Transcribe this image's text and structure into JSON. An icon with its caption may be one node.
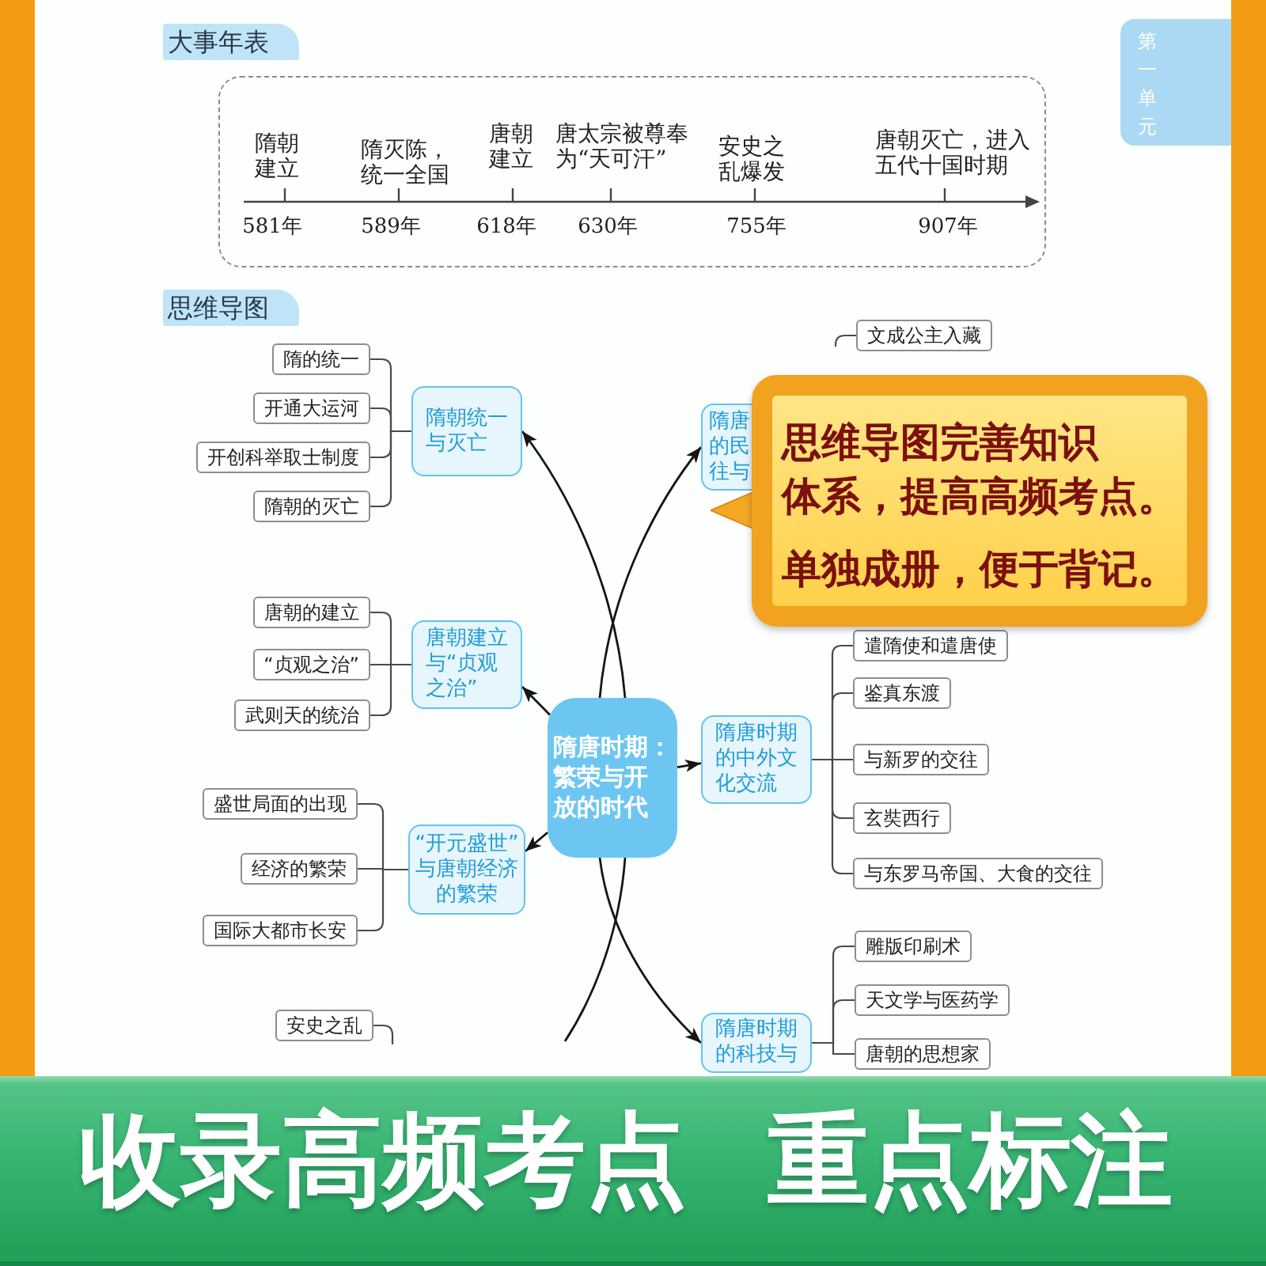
{
  "diagram": {
    "nodes": [
      {
        "text": [
          "大事年表"
        ]
      },
      {
        "text": [
          "第一单元"
        ]
      },
      {
        "text": [
          "思维导图"
        ]
      },
      {
        "text": [
          "隋的统一"
        ]
      },
      {
        "text": [
          "开通大运河"
        ]
      },
      {
        "text": [
          "开创科举取士制度"
        ]
      },
      {
        "text": [
          "隋朝的灭亡"
        ]
      },
      {
        "text": [
          "隋朝统一与灭亡"
        ]
      },
      {
        "text": [
          "唐朝的建立"
        ]
      },
      {
        "text": [
          "“贞观之治”"
        ]
      },
      {
        "text": [
          "武则天的统治"
        ]
      },
      {
        "text": [
          "唐朝建立与“贞观之治”"
        ]
      },
      {
        "text": [
          "盛世局面的出现"
        ]
      },
      {
        "text": [
          "经济的繁荣"
        ]
      },
      {
        "text": [
          "国际大都市长安"
        ]
      },
      {
        "text": [
          "“开元盛世”与唐朝经济的繁荣"
        ]
      },
      {
        "text": [
          "安史之乱"
        ]
      },
      {
        "text": [
          "隋唐时期：繁荣与开放的时代"
        ]
      },
      {
        "text": [
          "隋唐的民往与"
        ]
      },
      {
        "text": [
          "文成公主入藏"
        ]
      },
      {
        "text": [
          "思维导图完善知识体系，提高高频考点。",
          "单独成册，便于背记。"
        ]
      },
      {
        "text": [
          "遣隋使和遣唐使"
        ]
      },
      {
        "text": [
          "鉴真东渡"
        ]
      },
      {
        "text": [
          "与新罗的交往"
        ]
      },
      {
        "text": [
          "玄奘西行"
        ]
      },
      {
        "text": [
          "与东罗马帝国、大食的交往"
        ]
      },
      {
        "text": [
          "隋唐时期的中外文化交流"
        ]
      },
      {
        "text": [
          "雕版印刷术"
        ]
      },
      {
        "text": [
          "天文学与医药学"
        ]
      },
      {
        "text": [
          "唐朝的思想家"
        ]
      },
      {
        "text": [
          "隋唐时期的科技与"
        ]
      },
      {
        "text": [
          "收录高频考点",
          "重点标注"
        ]
      }
    ],
    "edges": [
      {
        "from": 17,
        "to": 7,
        "arrow": "to"
      },
      {
        "from": 17,
        "to": 18,
        "arrow": "to"
      },
      {
        "from": 17,
        "to": 11,
        "arrow": "to"
      },
      {
        "from": 17,
        "to": 26,
        "arrow": "to"
      },
      {
        "from": 17,
        "to": 15,
        "arrow": "to"
      },
      {
        "from": 17,
        "to": null,
        "arrow": "none"
      },
      {
        "from": 17,
        "to": 30,
        "arrow": "to"
      },
      {
        "from": 7,
        "to": 3,
        "arrow": "none"
      },
      {
        "from": 7,
        "to": 4,
        "arrow": "none"
      },
      {
        "from": 7,
        "to": 5,
        "arrow": "none"
      },
      {
        "from": 7,
        "to": 6,
        "arrow": "none"
      },
      {
        "from": 11,
        "to": 8,
        "arrow": "none"
      },
      {
        "from": 11,
        "to": 9,
        "arrow": "none"
      },
      {
        "from": 11,
        "to": 10,
        "arrow": "none"
      },
      {
        "from": 15,
        "to": 12,
        "arrow": "none"
      },
      {
        "from": 15,
        "to": 13,
        "arrow": "none"
      },
      {
        "from": 15,
        "to": 14,
        "arrow": "none"
      },
      {
        "from": 16,
        "to": null,
        "arrow": "none"
      },
      {
        "from": 19,
        "to": null,
        "arrow": "none"
      },
      {
        "from": 26,
        "to": 21,
        "arrow": "none"
      },
      {
        "from": 26,
        "to": 22,
        "arrow": "none"
      },
      {
        "from": 26,
        "to": 23,
        "arrow": "none"
      },
      {
        "from": 26,
        "to": 24,
        "arrow": "none"
      },
      {
        "from": 26,
        "to": 25,
        "arrow": "none"
      },
      {
        "from": 30,
        "to": 27,
        "arrow": "none"
      },
      {
        "from": 30,
        "to": 28,
        "arrow": "none"
      },
      {
        "from": 30,
        "to": 29,
        "arrow": "none"
      }
    ],
    "labels": [
      "隋朝建立",
      "隋灭陈，统一全国",
      "唐朝建立",
      "唐太宗被尊奉为“天可汗”",
      "安史之乱爆发",
      "唐朝灭亡，进入五代十国时期",
      "581年",
      "589年",
      "618年",
      "630年",
      "755年",
      "907年"
    ]
  }
}
